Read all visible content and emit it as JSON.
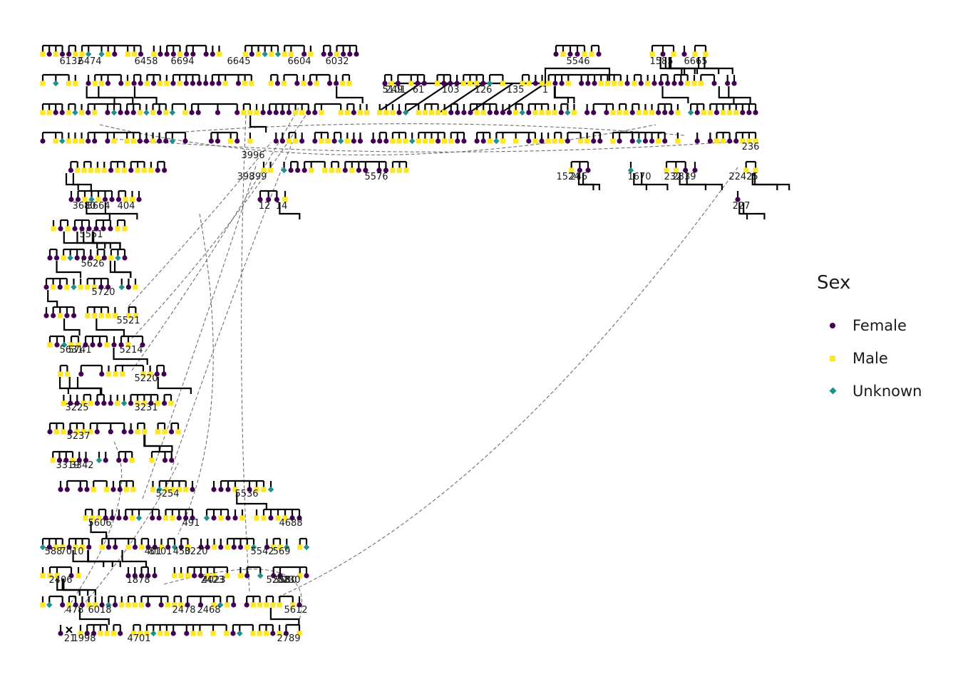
{
  "colors": {
    "female": "#440154",
    "male": "#fde725",
    "unknown": "#21908c",
    "edge": "#000000",
    "link": "#6e6e6e"
  },
  "legend": {
    "title": "Sex",
    "items": [
      {
        "label": "Female",
        "shape": "circle",
        "color": "#440154"
      },
      {
        "label": "Male",
        "shape": "square",
        "color": "#fde725"
      },
      {
        "label": "Unknown",
        "shape": "diamond",
        "color": "#21908c"
      }
    ]
  },
  "labels": [
    "249",
    "61",
    "103",
    "126",
    "135",
    "1",
    "5546",
    "1585",
    "6665",
    "12",
    "14",
    "227",
    "1524",
    "245",
    "1670",
    "2339",
    "232",
    "22425",
    "236",
    "3996",
    "398",
    "399",
    "5576",
    "3680",
    "3664",
    "404",
    "5551",
    "5626",
    "5720",
    "5214",
    "5521",
    "5631",
    "5741",
    "5220",
    "3225",
    "3231",
    "5237",
    "3319",
    "3342",
    "5254",
    "5536",
    "5606",
    "401",
    "450",
    "491",
    "4688",
    "5542",
    "569",
    "588",
    "1878",
    "2423",
    "2468",
    "2478",
    "4023",
    "5288",
    "5612",
    "21",
    "1998",
    "2789",
    "478",
    "6474",
    "6132",
    "6458",
    "6694",
    "6645",
    "6604",
    "6032",
    "7010",
    "3220",
    "2406",
    "5580",
    "8101",
    "6018",
    "5230",
    "4701",
    "5101"
  ]
}
